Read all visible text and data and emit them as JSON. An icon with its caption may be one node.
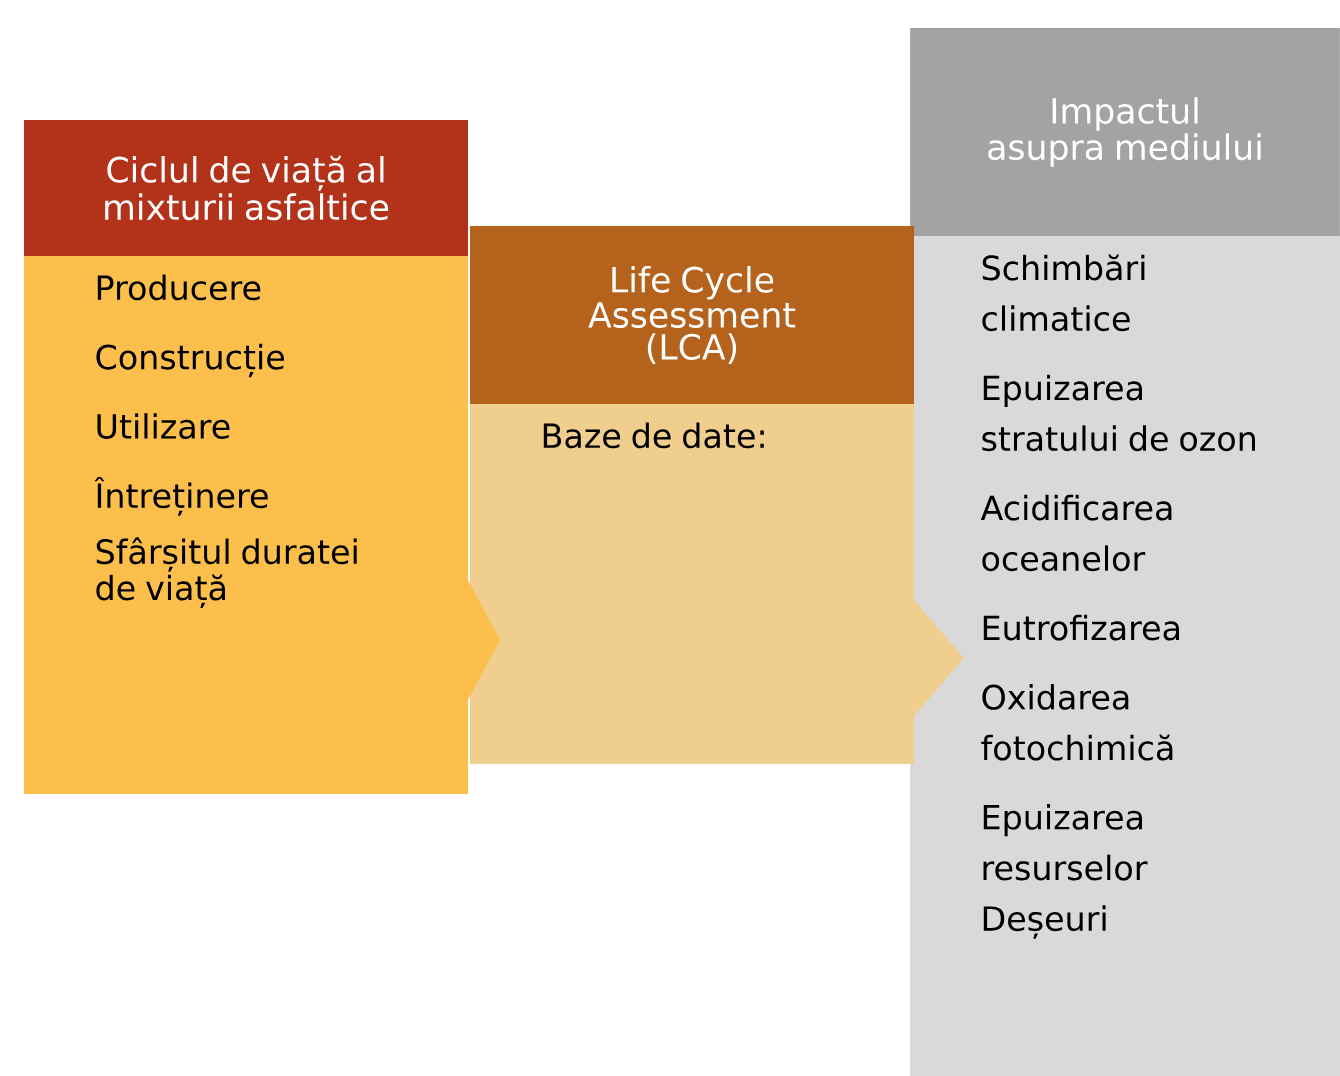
{
  "diagram": {
    "nodes": [
      {
        "text": [
          "Ciclul de viață al mixturii asfaltice"
        ]
      },
      {
        "text": [
          "Producere",
          "Construcție",
          "Utilizare",
          "Întreținere",
          "Sfârșitul duratei de viață"
        ]
      },
      {
        "text": [
          "Life Cycle Assessment (LCA)"
        ]
      },
      {
        "text": [
          "Baze de date:"
        ]
      },
      {
        "text": [
          "Impactul asupra mediului"
        ]
      },
      {
        "text": [
          "Schimbări climatice",
          "Epuizarea stratului de ozon",
          "Acidificarea oceanelor",
          "Eutrofizarea",
          "Oxidarea fotochimică",
          "Epuizarea resurselor",
          "Deșeuri"
        ]
      }
    ]
  }
}
